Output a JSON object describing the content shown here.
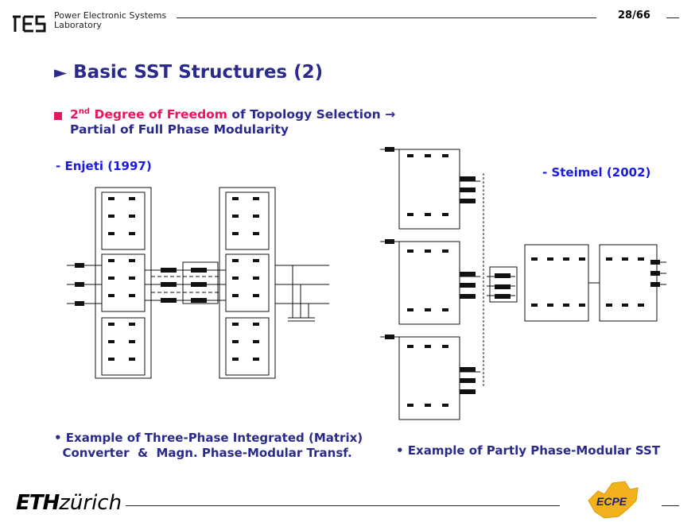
{
  "header": {
    "lab_line1": "Power Electronic Systems",
    "lab_line2": "Laboratory",
    "page_number": "28/66"
  },
  "slide": {
    "title_arrow": "►",
    "title": "Basic SST Structures (2)",
    "bullet": {
      "prefix_num": "2",
      "prefix_sup": "nd",
      "highlight_rest": " Degree of Freedom",
      "rest_line1": " of Topology Selection →",
      "line2": "Partial of Full Phase Modularity"
    },
    "left": {
      "label": "- Enjeti (1997)",
      "caption_line1": "• Example of Three-Phase Integrated (Matrix)",
      "caption_line2": "  Converter  &  Magn. Phase-Modular Transf."
    },
    "right": {
      "label": "- Steimel (2002)",
      "caption": "• Example of Partly Phase-Modular SST"
    }
  },
  "footer": {
    "eth_bold": "ETH",
    "eth_light": "zürich",
    "ecpe_logo": "ECPE"
  },
  "colors": {
    "title_blue": "#2a2a8c",
    "accent_pink": "#e8155f",
    "label_blue": "#1a1ae0",
    "ecpe_yellow": "#f2b21b"
  }
}
